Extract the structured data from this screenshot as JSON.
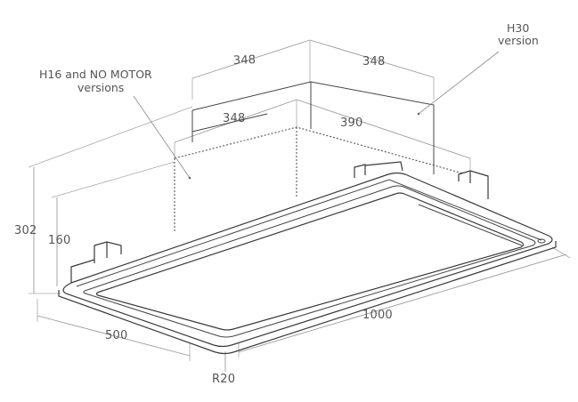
{
  "dimensions": {
    "motor_width_top": "348",
    "motor_depth_top": "348",
    "motor_width_lower": "348",
    "motor_depth_lower": "390",
    "total_height": "302",
    "low_height": "160",
    "depth": "500",
    "length": "1000",
    "corner_radius": "R20"
  },
  "labels": {
    "h30_line1": "H30",
    "h30_line2": "version",
    "h16_line1": "H16 and NO MOTOR",
    "h16_line2": "versions"
  },
  "colors": {
    "line": "#3a3a3a",
    "dimension_line": "#9a9a9a",
    "text": "#555555",
    "background": "#ffffff"
  }
}
